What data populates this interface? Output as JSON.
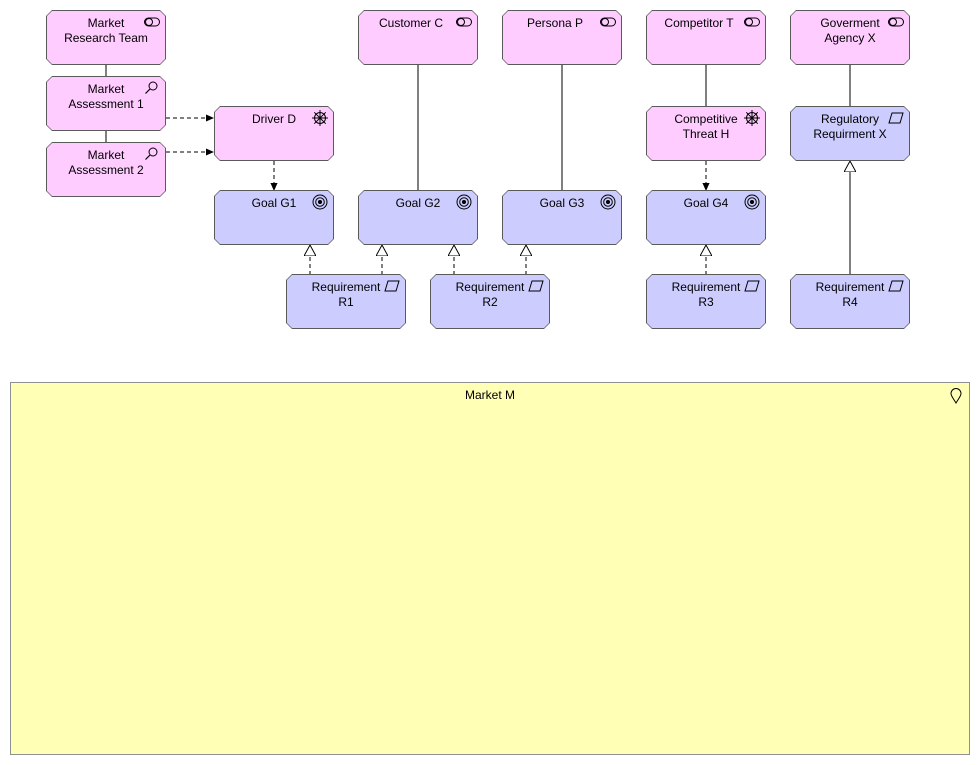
{
  "nodes": {
    "market_research_team": {
      "label": "Market\nResearch Team",
      "icon": "stakeholder-icon"
    },
    "market_assessment_1": {
      "label": "Market\nAssessment 1",
      "icon": "assessment-icon"
    },
    "market_assessment_2": {
      "label": "Market\nAssessment 2",
      "icon": "assessment-icon"
    },
    "driver_d": {
      "label": "Driver D",
      "icon": "driver-icon"
    },
    "customer_c": {
      "label": "Customer C",
      "icon": "stakeholder-icon"
    },
    "persona_p": {
      "label": "Persona P",
      "icon": "stakeholder-icon"
    },
    "competitor_t": {
      "label": "Competitor T",
      "icon": "stakeholder-icon"
    },
    "competitive_threat_h": {
      "label": "Competitive\nThreat H",
      "icon": "driver-icon"
    },
    "government_agency_x": {
      "label": "Goverment\nAgency X",
      "icon": "stakeholder-icon"
    },
    "regulatory_requirement_x": {
      "label": "Regulatory\nRequirment X",
      "icon": "requirement-icon"
    },
    "goal_g1": {
      "label": "Goal G1",
      "icon": "goal-icon"
    },
    "goal_g2": {
      "label": "Goal G2",
      "icon": "goal-icon"
    },
    "goal_g3": {
      "label": "Goal G3",
      "icon": "goal-icon"
    },
    "goal_g4": {
      "label": "Goal G4",
      "icon": "goal-icon"
    },
    "requirement_r1": {
      "label": "Requirement\nR1",
      "icon": "requirement-icon"
    },
    "requirement_r2": {
      "label": "Requirement\nR2",
      "icon": "requirement-icon"
    },
    "requirement_r3": {
      "label": "Requirement\nR3",
      "icon": "requirement-icon"
    },
    "requirement_r4": {
      "label": "Requirement\nR4",
      "icon": "requirement-icon"
    }
  },
  "group": {
    "label": "Market M",
    "icon": "location-icon"
  },
  "colors": {
    "motivation_pink": "#ffccff",
    "requirement_blue": "#ccccff",
    "location_yellow": "#ffffb5",
    "border": "#5a5a5a",
    "line": "#000000"
  }
}
